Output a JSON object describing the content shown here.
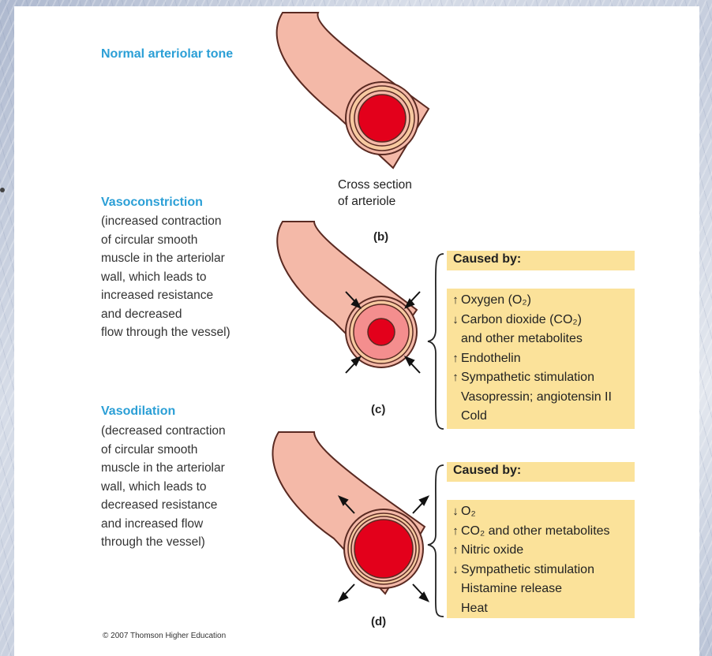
{
  "sections": [
    {
      "heading": "Normal arteriolar tone",
      "description": "",
      "panel_label": "(b)"
    },
    {
      "heading": "Vasoconstriction",
      "description": "(increased contraction\nof circular smooth\nmuscle in the arteriolar\nwall, which leads to\nincreased resistance\nand decreased\nflow through the vessel)",
      "panel_label": "(c)",
      "causes_title": "Caused by:",
      "causes": [
        {
          "arrow": "up",
          "text": "Oxygen (O₂)"
        },
        {
          "arrow": "down",
          "text": "Carbon dioxide (CO₂)"
        },
        {
          "arrow": "",
          "text": "and other metabolites"
        },
        {
          "arrow": "up",
          "text": "Endothelin"
        },
        {
          "arrow": "up",
          "text": "Sympathetic stimulation"
        },
        {
          "arrow": "",
          "text": "Vasopressin; angiotensin II"
        },
        {
          "arrow": "",
          "text": "Cold"
        }
      ]
    },
    {
      "heading": "Vasodilation",
      "description": "(decreased contraction\nof circular smooth\nmuscle in the arteriolar\nwall, which leads to\ndecreased resistance\nand increased flow\nthrough the vessel)",
      "panel_label": "(d)",
      "causes_title": "Caused by:",
      "causes": [
        {
          "arrow": "down",
          "text": "O₂"
        },
        {
          "arrow": "up",
          "text": "CO₂ and other metabolites"
        },
        {
          "arrow": "up",
          "text": "Nitric oxide"
        },
        {
          "arrow": "down",
          "text": "Sympathetic stimulation"
        },
        {
          "arrow": "",
          "text": "Histamine release"
        },
        {
          "arrow": "",
          "text": "Heat"
        }
      ]
    }
  ],
  "cross_section_label": "Cross section\nof arteriole",
  "copyright": "© 2007 Thomson Higher Education",
  "arrow_glyphs": {
    "up": "↑",
    "down": "↓"
  },
  "colors": {
    "heading": "#2b9fd6",
    "vessel_wall": "#f4b9a8",
    "vessel_outline": "#5a2a22",
    "muscle_ring": "#f7c9a0",
    "lumen": "#e3001b",
    "box": "#fbe29a"
  }
}
